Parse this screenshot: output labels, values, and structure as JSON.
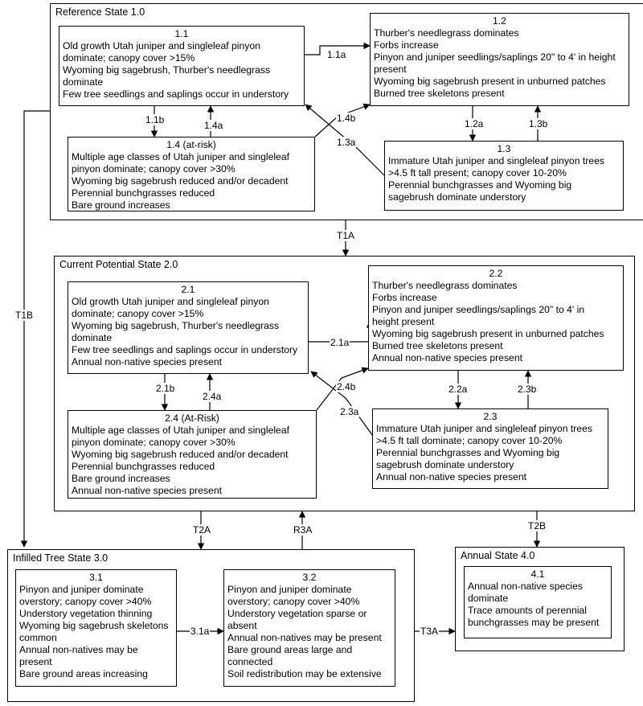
{
  "states": {
    "s1": {
      "title": "Reference State 1.0"
    },
    "s2": {
      "title": "Current Potential State 2.0"
    },
    "s3": {
      "title": "Infilled Tree State 3.0"
    },
    "s4": {
      "title": "Annual State 4.0"
    }
  },
  "phases": {
    "p11": {
      "id": "1.1",
      "lines": [
        "Old growth Utah juniper and singleleaf pinyon",
        "dominate; canopy cover >15%",
        "Wyoming big sagebrush, Thurber's needlegrass",
        "dominate",
        "Few tree seedlings and saplings occur in understory"
      ]
    },
    "p12": {
      "id": "1.2",
      "lines": [
        "Thurber's needlegrass dominates",
        "Forbs increase",
        "Pinyon and juniper seedlings/saplings 20\" to 4' in height",
        "present",
        "Wyoming big sagebrush present in unburned patches",
        "Burned tree skeletons present"
      ]
    },
    "p13": {
      "id": "1.3",
      "lines": [
        "Immature Utah juniper and singleleaf pinyon trees",
        ">4.5 ft tall present; canopy cover 10-20%",
        "Perennial bunchgrasses and Wyoming big",
        "sagebrush dominate understory"
      ]
    },
    "p14": {
      "id": "1.4 (at-risk)",
      "lines": [
        "Multiple age classes of Utah juniper and singleleaf",
        "pinyon dominate; canopy cover >30%",
        "Wyoming big sagebrush reduced and/or decadent",
        "Perennial bunchgrasses reduced",
        "Bare ground increases"
      ]
    },
    "p21": {
      "id": "2.1",
      "lines": [
        "Old growth Utah juniper and singleleaf pinyon",
        "dominate; canopy cover >15%",
        "Wyoming big sagebrush, Thurber's needlegrass",
        "dominate",
        "Few tree seedlings and saplings occur in understory",
        "Annual non-native species present"
      ]
    },
    "p22": {
      "id": "2.2",
      "lines": [
        "Thurber's needlegrass dominates",
        "Forbs increase",
        "Pinyon and juniper seedlings/saplings 20\" to 4' in",
        "height present",
        "Wyoming big sagebrush present in unburned patches",
        "Burned tree skeletons present",
        "Annual non-native species present"
      ]
    },
    "p23": {
      "id": "2.3",
      "lines": [
        "Immature Utah juniper and singleleaf pinyon trees",
        ">4.5 ft tall dominate; canopy cover 10-20%",
        "Perennial bunchgrasses and Wyoming big",
        "sagebrush dominate understory",
        "Annual non-native species present"
      ]
    },
    "p24": {
      "id": "2.4 (At-Risk)",
      "lines": [
        "Multiple age classes of Utah juniper and singleleaf",
        "pinyon dominate; canopy cover >30%",
        "Wyoming big sagebrush reduced and/or decadent",
        "Perennial bunchgrasses reduced",
        "Bare ground increases",
        "Annual non-native species present"
      ]
    },
    "p31": {
      "id": "3.1",
      "lines": [
        "Pinyon and juniper dominate",
        "overstory; canopy cover >40%",
        "Understory vegetation thinning",
        "Wyoming big sagebrush skeletons",
        "common",
        "Annual non-natives may be",
        "present",
        "Bare ground areas increasing"
      ]
    },
    "p32": {
      "id": "3.2",
      "lines": [
        "Pinyon and juniper dominate",
        "overstory; canopy cover >40%",
        "Understory vegetation sparse or",
        "absent",
        "Annual non-natives may be present",
        "Bare ground areas large and",
        "connected",
        "Soil redistribution may be extensive"
      ]
    },
    "p41": {
      "id": "4.1",
      "lines": [
        "Annual non-native species",
        "dominate",
        "Trace amounts of perennial",
        "bunchgrasses may be present"
      ]
    }
  },
  "labels": {
    "l11a": "1.1a",
    "l11b": "1.1b",
    "l12a": "1.2a",
    "l13a": "1.3a",
    "l13b": "1.3b",
    "l14a": "1.4a",
    "l14b": "1.4b",
    "l21a": "2.1a",
    "l21b": "2.1b",
    "l22a": "2.2a",
    "l23a": "2.3a",
    "l23b": "2.3b",
    "l24a": "2.4a",
    "l24b": "2.4b",
    "l31a": "3.1a",
    "T1A": "T1A",
    "T1B": "T1B",
    "T2A": "T2A",
    "T2B": "T2B",
    "R3A": "R3A",
    "T3A": "T3A"
  }
}
